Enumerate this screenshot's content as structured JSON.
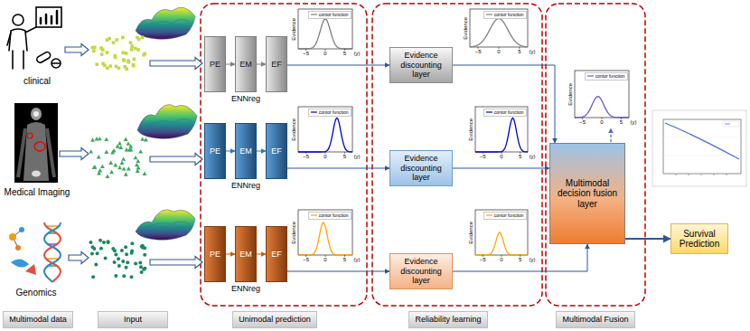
{
  "diagram": {
    "nodes": [
      {
        "text": [
          "ENNreg"
        ]
      },
      {
        "text": [
          "PE"
        ],
        "in": 0
      },
      {
        "text": [
          "EM"
        ],
        "in": 0
      },
      {
        "text": [
          "EF"
        ],
        "in": 0
      },
      {
        "text": [
          "ENNreg"
        ]
      },
      {
        "text": [
          "PE"
        ],
        "in": 4
      },
      {
        "text": [
          "EM"
        ],
        "in": 4
      },
      {
        "text": [
          "EF"
        ],
        "in": 4
      },
      {
        "text": [
          "ENNreg"
        ]
      },
      {
        "text": [
          "PE"
        ],
        "in": 8
      },
      {
        "text": [
          "EM"
        ],
        "in": 8
      },
      {
        "text": [
          "EF"
        ],
        "in": 8
      },
      {
        "text": [
          "Evidence discounting layer"
        ]
      },
      {
        "text": [
          "Evidence discounting layer"
        ]
      },
      {
        "text": [
          "Evidence discounting layer"
        ]
      },
      {
        "text": [
          "Multimodal decision fusion layer"
        ]
      },
      {
        "text": [
          "Survival Prediction"
        ]
      },
      {
        "text": [
          "Multimodal data"
        ]
      },
      {
        "text": [
          "Input"
        ]
      },
      {
        "text": [
          "Unimodal prediction"
        ]
      },
      {
        "text": [
          "Reliability learning"
        ]
      },
      {
        "text": [
          "Multimodal Fusion"
        ]
      }
    ],
    "edges": [
      {
        "from": 1,
        "to": 2,
        "arrow": "to"
      },
      {
        "from": 2,
        "to": 3,
        "arrow": "to"
      },
      {
        "from": 5,
        "to": 6,
        "arrow": "to"
      },
      {
        "from": 6,
        "to": 7,
        "arrow": "to"
      },
      {
        "from": 9,
        "to": 10,
        "arrow": "to"
      },
      {
        "from": 10,
        "to": 11,
        "arrow": "to"
      },
      {
        "from": 0,
        "to": 12,
        "arrow": "to"
      },
      {
        "from": 4,
        "to": 13,
        "arrow": "to"
      },
      {
        "from": 8,
        "to": 14,
        "arrow": "to"
      },
      {
        "from": 12,
        "to": 15,
        "arrow": "to"
      },
      {
        "from": 13,
        "to": 15,
        "arrow": "to"
      },
      {
        "from": 14,
        "to": 15,
        "arrow": "to"
      },
      {
        "from": 15,
        "to": 16,
        "arrow": "to"
      }
    ],
    "labels": [
      "clinical",
      "Medical Imaging",
      "Genomics",
      "Evidence",
      "−5",
      "0",
      "5",
      "(y)",
      "Evidence",
      "−5",
      "0",
      "5",
      "(y)",
      "Evidence",
      "−5",
      "0",
      "5",
      "(y)",
      "Evidence",
      "−5",
      "0",
      "5",
      "(y)",
      "Evidence",
      "−5",
      "0",
      "5",
      "(y)",
      "Evidence",
      "−5",
      "0",
      "5",
      "(y)",
      "Evidence",
      "−5",
      "0",
      "5",
      "(y)"
    ],
    "legend": [
      {
        "text": "contor function"
      },
      {
        "text": "contor function"
      },
      {
        "text": "contor function"
      },
      {
        "text": "contor function"
      },
      {
        "text": "contor function"
      },
      {
        "text": "contor function"
      },
      {
        "text": "contor function"
      }
    ]
  }
}
